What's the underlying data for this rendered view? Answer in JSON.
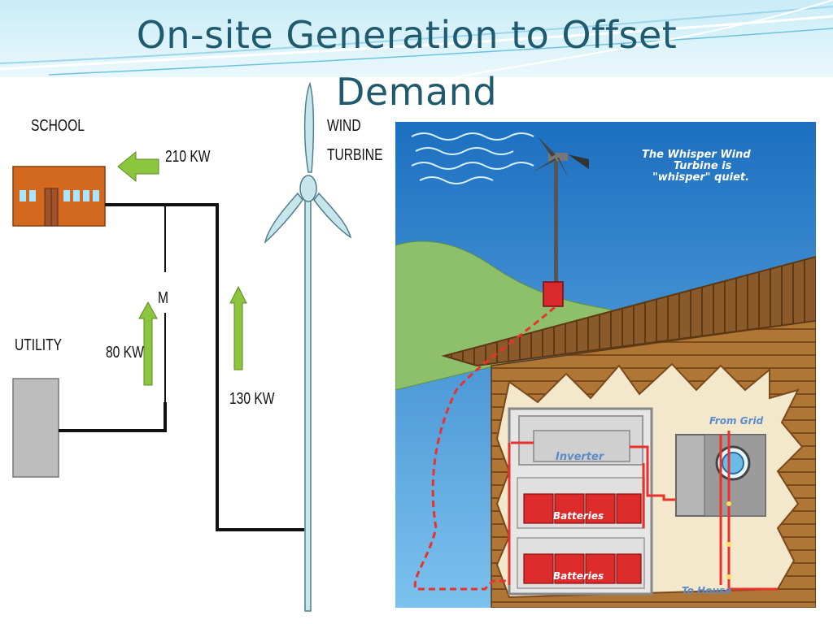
{
  "slide": {
    "title_line1": "On-site Generation to Offset",
    "title_line2": "Demand"
  },
  "left_diagram": {
    "school_label": "SCHOOL",
    "utility_label": "UTILITY",
    "wind_label_line1": "WIND",
    "wind_label_line2": "TURBINE",
    "meter_label": "M",
    "flow_to_school": "210 KW",
    "flow_from_utility": "80 KW",
    "flow_from_turbine": "130 KW"
  },
  "right_illustration": {
    "caption_line1": "The Whisper Wind",
    "caption_line2": "Turbine is",
    "caption_line3": "\"whisper\" quiet.",
    "inverter_label": "Inverter",
    "batteries_upper_label": "Batteries",
    "batteries_lower_label": "Batteries",
    "from_grid_label": "From Grid",
    "to_house_label": "To House"
  },
  "colors": {
    "title": "#1f5a6e",
    "arrow_green": "#8cc63f",
    "school_orange": "#d2691e",
    "utility_gray": "#bdbdbd",
    "sky_blue": "#2f8fd6",
    "hill_green": "#8ec06c",
    "wall_brown": "#b07636",
    "wire_red": "#e8322b"
  }
}
